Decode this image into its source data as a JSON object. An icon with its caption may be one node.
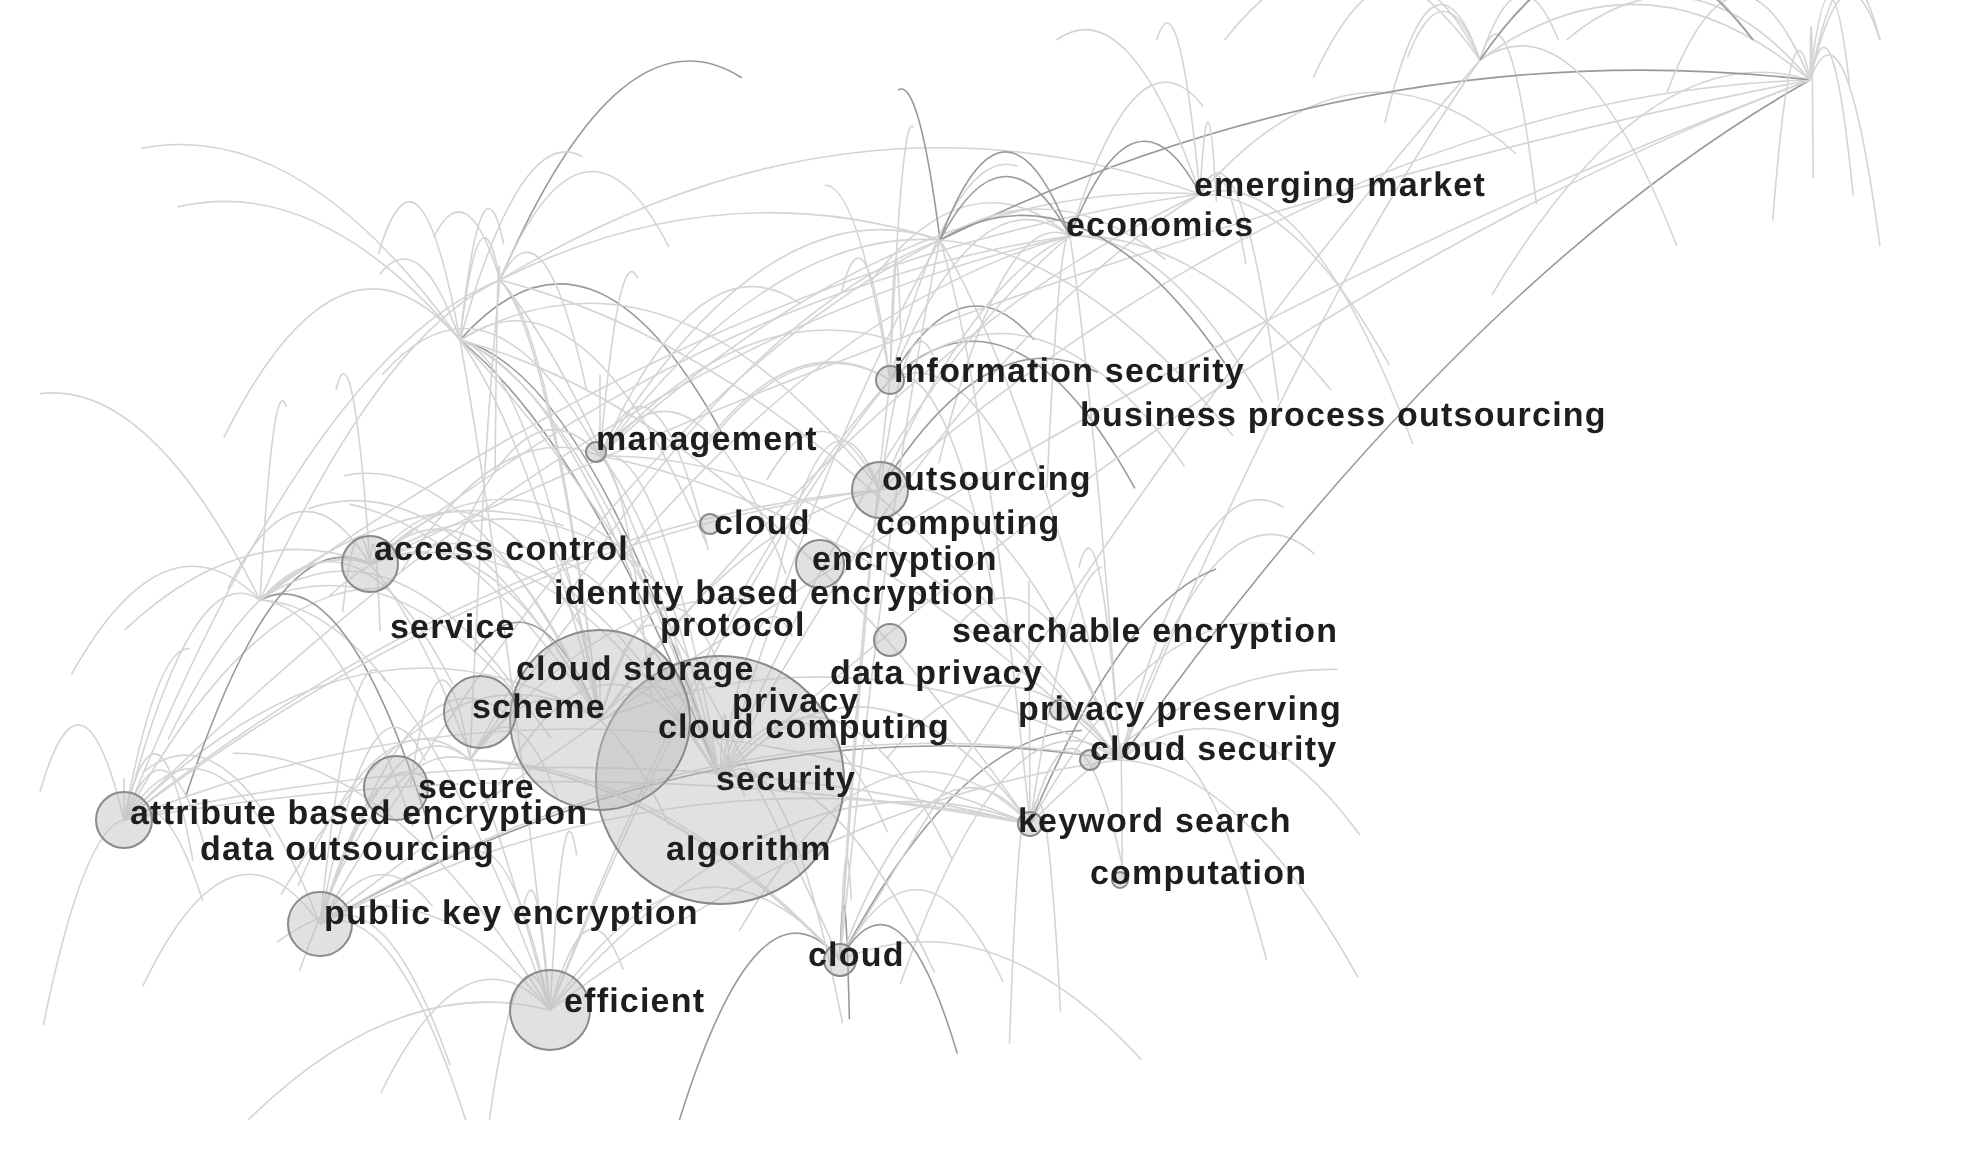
{
  "diagram": {
    "labels": [
      "emerging market",
      "economics",
      "information security",
      "business process outsourcing",
      "management",
      "outsourcing",
      "cloud",
      "computing",
      "access control",
      "encryption",
      "identity based encryption",
      "service",
      "protocol",
      "searchable encryption",
      "cloud storage",
      "data privacy",
      "scheme",
      "privacy",
      "cloud computing",
      "privacy preserving",
      "cloud security",
      "secure",
      "security",
      "attribute based encryption",
      "keyword search",
      "data outsourcing",
      "algorithm",
      "computation",
      "public key encryption",
      "cloud",
      "efficient"
    ]
  }
}
